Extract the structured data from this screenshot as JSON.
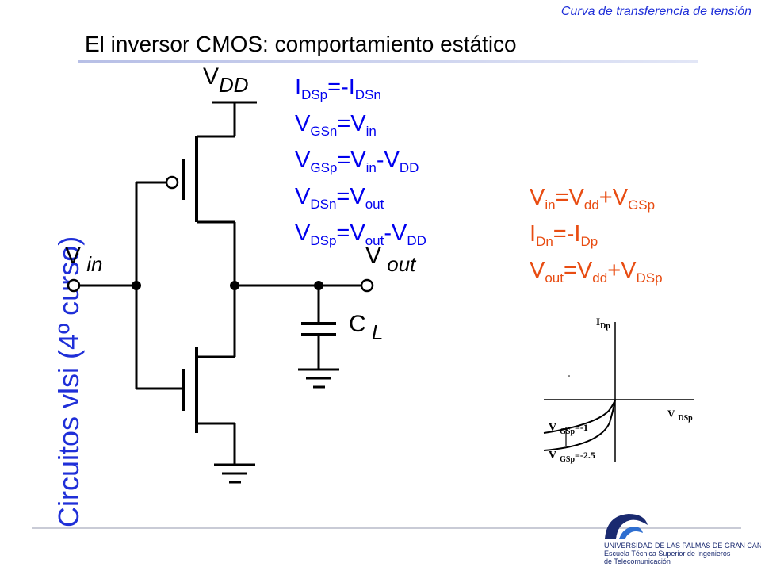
{
  "header": {
    "subtitle": "Curva de transferencia de tensión",
    "title": "El inversor CMOS: comportamiento estático"
  },
  "side_title": "Circuitos vlsi (4º curso)",
  "circuit": {
    "vdd": {
      "main": "V",
      "sub": "DD"
    },
    "vin": {
      "main": "V",
      "sub": " in"
    },
    "vout": {
      "main": "V",
      "sub": " out"
    },
    "cl": {
      "main": "C",
      "sub": " L"
    }
  },
  "equations": [
    {
      "parts": [
        {
          "t": "I"
        },
        {
          "s": "DSp"
        },
        {
          "t": "=-I"
        },
        {
          "s": "DSn"
        }
      ]
    },
    {
      "parts": [
        {
          "t": "V"
        },
        {
          "s": "GSn"
        },
        {
          "t": "=V"
        },
        {
          "s": "in"
        }
      ]
    },
    {
      "parts": [
        {
          "t": "V"
        },
        {
          "s": "GSp"
        },
        {
          "t": "=V"
        },
        {
          "s": "in"
        },
        {
          "t": "-V"
        },
        {
          "s": "DD"
        }
      ]
    },
    {
      "parts": [
        {
          "t": "V"
        },
        {
          "s": "DSn"
        },
        {
          "t": "=V"
        },
        {
          "s": "out"
        }
      ]
    },
    {
      "parts": [
        {
          "t": "V"
        },
        {
          "s": "DSp"
        },
        {
          "t": "=V"
        },
        {
          "s": "out"
        },
        {
          "t": "-V"
        },
        {
          "s": "DD"
        }
      ]
    }
  ],
  "equations_red": [
    {
      "parts": [
        {
          "t": "V"
        },
        {
          "s": "in"
        },
        {
          "t": "=V"
        },
        {
          "s": "dd"
        },
        {
          "t": "+V"
        },
        {
          "s": "GSp"
        }
      ]
    },
    {
      "parts": [
        {
          "t": "I"
        },
        {
          "s": "Dn"
        },
        {
          "t": "=-I"
        },
        {
          "s": "Dp"
        }
      ]
    },
    {
      "parts": [
        {
          "t": "V"
        },
        {
          "s": "out"
        },
        {
          "t": "=V"
        },
        {
          "s": "dd"
        },
        {
          "t": "+V"
        },
        {
          "s": "DSp"
        }
      ]
    }
  ],
  "graph": {
    "y_axis": {
      "main": "I",
      "sub": "Dp"
    },
    "x_axis": {
      "main": "V",
      "sub": "DSp"
    },
    "curve_1": {
      "main": "V",
      "sub": "GSp",
      "value": "=-1"
    },
    "curve_2": {
      "main": "V",
      "sub": "GSp",
      "value": "=-2.5"
    }
  },
  "logo": {
    "line1": "UNIVERSIDAD DE LAS PALMAS DE GRAN CANARIA",
    "line2": "Escuela Técnica Superior de Ingenieros",
    "line3": "de Telecomunicación"
  },
  "colors": {
    "blue": "#1f2fd8",
    "red": "#e84c12"
  }
}
